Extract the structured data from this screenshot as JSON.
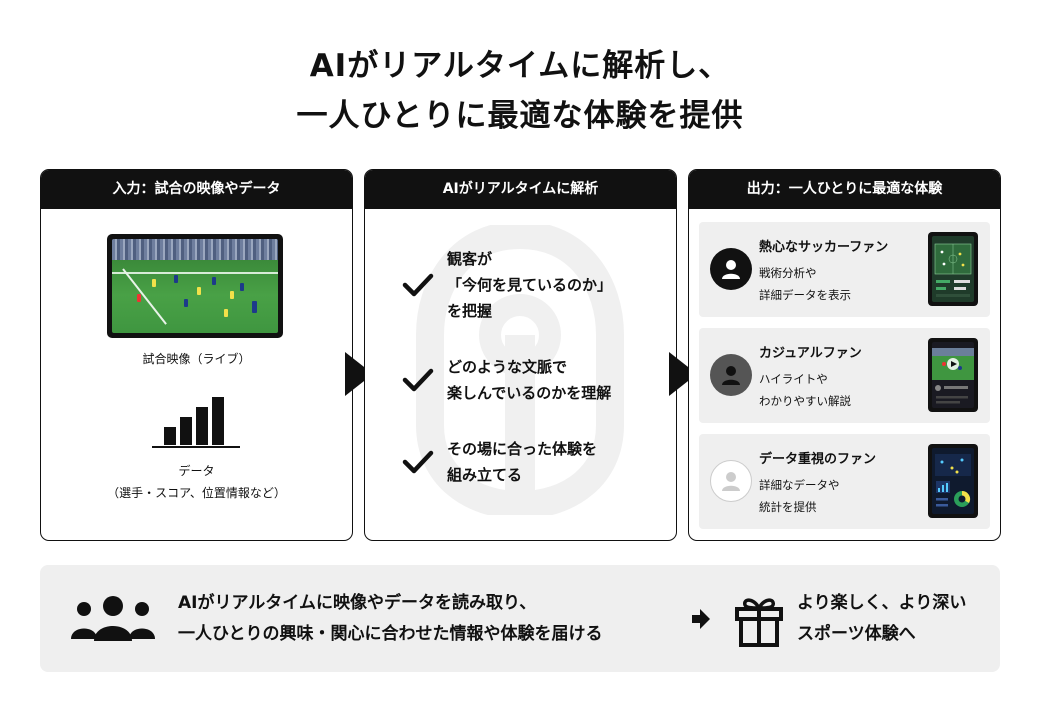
{
  "title": {
    "line1": "AIがリアルタイムに解析し、",
    "line2": "一人ひとりに最適な体験を提供"
  },
  "input_panel": {
    "header": "入力：試合の映像やデータ",
    "video_caption": "試合映像（ライブ）",
    "data_caption_line1": "データ",
    "data_caption_line2": "（選手・スコア、位置情報など）"
  },
  "analysis_panel": {
    "header": "AIがリアルタイムに解析",
    "items": [
      {
        "lines": [
          "観客が",
          "「今何を見ているのか」",
          "を把握"
        ]
      },
      {
        "lines": [
          "どのような文脈で",
          "楽しんでいるのかを理解"
        ]
      },
      {
        "lines": [
          "その場に合った体験を",
          "組み立てる"
        ]
      }
    ]
  },
  "output_panel": {
    "header": "出力：一人ひとりに最適な体験",
    "cards": [
      {
        "title": "熱心なサッカーファン",
        "desc": [
          "戦術分析や",
          "詳細データを表示"
        ],
        "avatar": "user-icon-dark",
        "screen": "tactics-board"
      },
      {
        "title": "カジュアルファン",
        "desc": [
          "ハイライトや",
          "わかりやすい解説"
        ],
        "avatar": "user-icon-gray",
        "screen": "highlight-video"
      },
      {
        "title": "データ重視のファン",
        "desc": [
          "詳細なデータや",
          "統計を提供"
        ],
        "avatar": "user-icon-light",
        "screen": "stats-dashboard"
      }
    ]
  },
  "banner": {
    "message_line1": "AIがリアルタイムに映像やデータを読み取り、",
    "message_line2": "一人ひとりの興味・関心に合わせた情報や体験を届ける",
    "result_line1": "より楽しく、より深い",
    "result_line2": "スポーツ体験へ"
  },
  "colors": {
    "ink": "#111111",
    "card_bg": "#efefef",
    "pitch_green": "#49a146",
    "watermark": "#f0f0f0"
  }
}
